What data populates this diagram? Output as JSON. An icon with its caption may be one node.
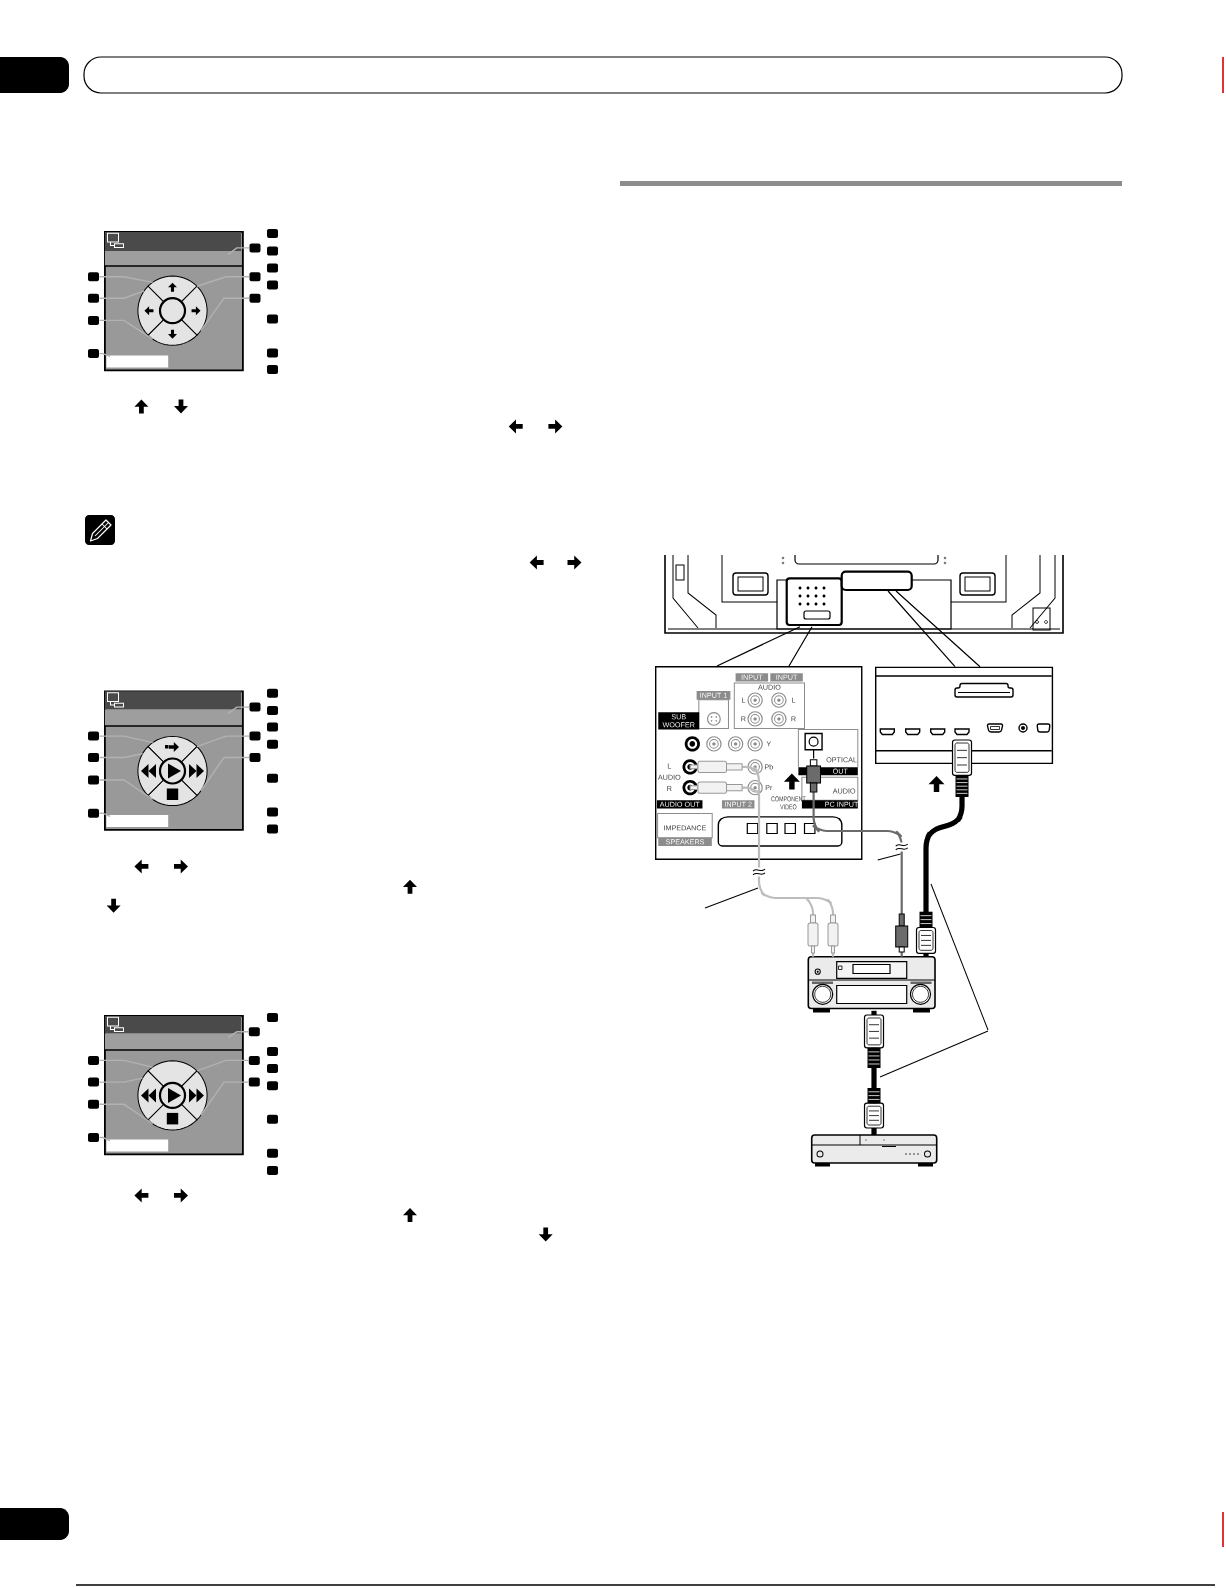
{
  "diagram": {
    "nodes": [
      {
        "text": [],
        "shape": "picture"
      },
      {
        "text": [],
        "shape": "box"
      },
      {
        "text": [],
        "shape": "box"
      },
      {
        "text": [],
        "shape": "box"
      },
      {
        "text": [],
        "shape": "box"
      },
      {
        "text": [],
        "shape": "box"
      },
      {
        "text": [],
        "shape": "box"
      },
      {
        "text": [],
        "shape": "box"
      },
      {
        "text": [],
        "shape": "box"
      },
      {
        "text": [],
        "shape": "box"
      },
      {
        "text": [],
        "shape": "box"
      },
      {
        "text": [],
        "shape": "box"
      },
      {
        "text": [],
        "shape": "box"
      },
      {
        "text": [],
        "shape": "box"
      },
      {
        "text": [],
        "shape": "box"
      },
      {
        "text": [],
        "shape": "picture"
      },
      {
        "text": [],
        "shape": "box"
      },
      {
        "text": [],
        "shape": "box"
      },
      {
        "text": [],
        "shape": "box"
      },
      {
        "text": [],
        "shape": "box"
      },
      {
        "text": [],
        "shape": "box"
      },
      {
        "text": [],
        "shape": "box"
      },
      {
        "text": [],
        "shape": "box"
      },
      {
        "text": [],
        "shape": "box"
      },
      {
        "text": [],
        "shape": "box"
      },
      {
        "text": [],
        "shape": "box"
      },
      {
        "text": [],
        "shape": "box"
      },
      {
        "text": [],
        "shape": "box"
      },
      {
        "text": [],
        "shape": "box"
      },
      {
        "text": [],
        "shape": "box"
      },
      {
        "text": [],
        "shape": "picture"
      },
      {
        "text": [],
        "shape": "box"
      },
      {
        "text": [],
        "shape": "box"
      },
      {
        "text": [],
        "shape": "box"
      },
      {
        "text": [],
        "shape": "box"
      },
      {
        "text": [],
        "shape": "box"
      },
      {
        "text": [],
        "shape": "box"
      },
      {
        "text": [],
        "shape": "box"
      },
      {
        "text": [],
        "shape": "box"
      },
      {
        "text": [],
        "shape": "box"
      },
      {
        "text": [],
        "shape": "box"
      },
      {
        "text": [],
        "shape": "box"
      },
      {
        "text": [],
        "shape": "box"
      },
      {
        "text": [],
        "shape": "box"
      },
      {
        "text": [],
        "shape": "box"
      },
      {
        "text": [],
        "shape": "picture"
      },
      {
        "text": [],
        "shape": "picture"
      },
      {
        "text": [],
        "shape": "picture"
      },
      {
        "text": [],
        "shape": "picture"
      },
      {
        "text": [],
        "shape": "picture"
      }
    ],
    "edges": [
      {
        "from": 1,
        "to": 0,
        "arrow": "none"
      },
      {
        "from": 2,
        "to": 0,
        "arrow": "none"
      },
      {
        "from": 3,
        "to": 0,
        "arrow": "none"
      },
      {
        "from": 4,
        "to": 0,
        "arrow": "none"
      },
      {
        "from": 5,
        "to": 0,
        "arrow": "none"
      },
      {
        "from": 6,
        "to": 0,
        "arrow": "none"
      },
      {
        "from": 7,
        "to": 0,
        "arrow": "none"
      },
      {
        "from": 16,
        "to": 15,
        "arrow": "none"
      },
      {
        "from": 17,
        "to": 15,
        "arrow": "none"
      },
      {
        "from": 18,
        "to": 15,
        "arrow": "none"
      },
      {
        "from": 19,
        "to": 15,
        "arrow": "none"
      },
      {
        "from": 20,
        "to": 15,
        "arrow": "none"
      },
      {
        "from": 21,
        "to": 15,
        "arrow": "none"
      },
      {
        "from": 22,
        "to": 15,
        "arrow": "none"
      },
      {
        "from": 31,
        "to": 30,
        "arrow": "none"
      },
      {
        "from": 32,
        "to": 30,
        "arrow": "none"
      },
      {
        "from": 33,
        "to": 30,
        "arrow": "none"
      },
      {
        "from": 34,
        "to": 30,
        "arrow": "none"
      },
      {
        "from": 35,
        "to": 30,
        "arrow": "none"
      },
      {
        "from": 36,
        "to": 30,
        "arrow": "none"
      },
      {
        "from": 37,
        "to": 30,
        "arrow": "none"
      },
      {
        "from": 45,
        "to": 46,
        "arrow": "none",
        "color": "#000000"
      },
      {
        "from": 45,
        "to": 47,
        "arrow": "none",
        "color": "#000000"
      },
      {
        "from": 46,
        "to": 48,
        "arrow": "none",
        "color": "#bdbdbd"
      },
      {
        "from": 46,
        "to": 48,
        "arrow": "other",
        "color": "#6b6b6b"
      },
      {
        "from": 47,
        "to": 48,
        "arrow": "other",
        "style": "thick",
        "color": "#000000"
      },
      {
        "from": 48,
        "to": 49,
        "arrow": "other",
        "style": "thick",
        "color": "#000000"
      }
    ],
    "labels": [
      "INPUT",
      "INPUT",
      "AUDIO",
      "INPUT 1",
      "L",
      "L",
      "R",
      "R",
      "SUB WOOFER",
      "Y",
      "L",
      "Pb",
      "AUDIO",
      "R",
      "Pr",
      "OPTICAL",
      "OUT",
      "AUDIO",
      "AUDIO OUT",
      "INPUT 2",
      "COMPONENT VIDEO",
      "PC INPUT",
      "IMPEDANCE",
      "SPEAKERS"
    ]
  }
}
